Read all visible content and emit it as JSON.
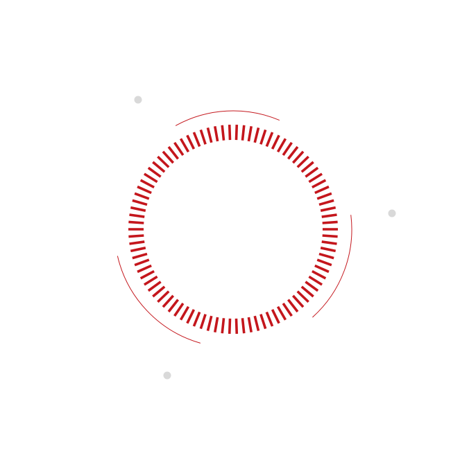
{
  "ornament": {
    "accent_color": "#c4161c",
    "dot_color": "#d9d9d9",
    "background_color": "#ffffff",
    "tick_count": 90,
    "arc_count": 3,
    "dot_count": 3
  }
}
